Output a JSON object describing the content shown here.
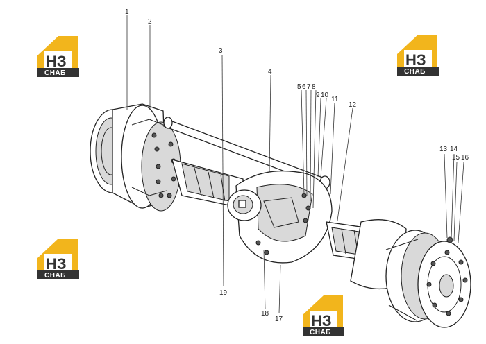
{
  "diagram": {
    "callouts": [
      {
        "id": "1",
        "label": "1"
      },
      {
        "id": "2",
        "label": "2"
      },
      {
        "id": "3",
        "label": "3"
      },
      {
        "id": "4",
        "label": "4"
      },
      {
        "id": "5",
        "label": "5"
      },
      {
        "id": "6",
        "label": "6"
      },
      {
        "id": "7",
        "label": "7"
      },
      {
        "id": "8",
        "label": "8"
      },
      {
        "id": "9",
        "label": "9"
      },
      {
        "id": "10",
        "label": "10"
      },
      {
        "id": "11",
        "label": "11"
      },
      {
        "id": "12",
        "label": "12"
      },
      {
        "id": "13",
        "label": "13"
      },
      {
        "id": "14",
        "label": "14"
      },
      {
        "id": "15",
        "label": "15"
      },
      {
        "id": "16",
        "label": "16"
      },
      {
        "id": "17",
        "label": "17"
      },
      {
        "id": "18",
        "label": "18"
      },
      {
        "id": "19",
        "label": "19"
      }
    ]
  },
  "watermark": {
    "letters": "НЗ",
    "word": "СНАБ",
    "color_primary": "#f2b51c",
    "color_dark": "#333333"
  }
}
